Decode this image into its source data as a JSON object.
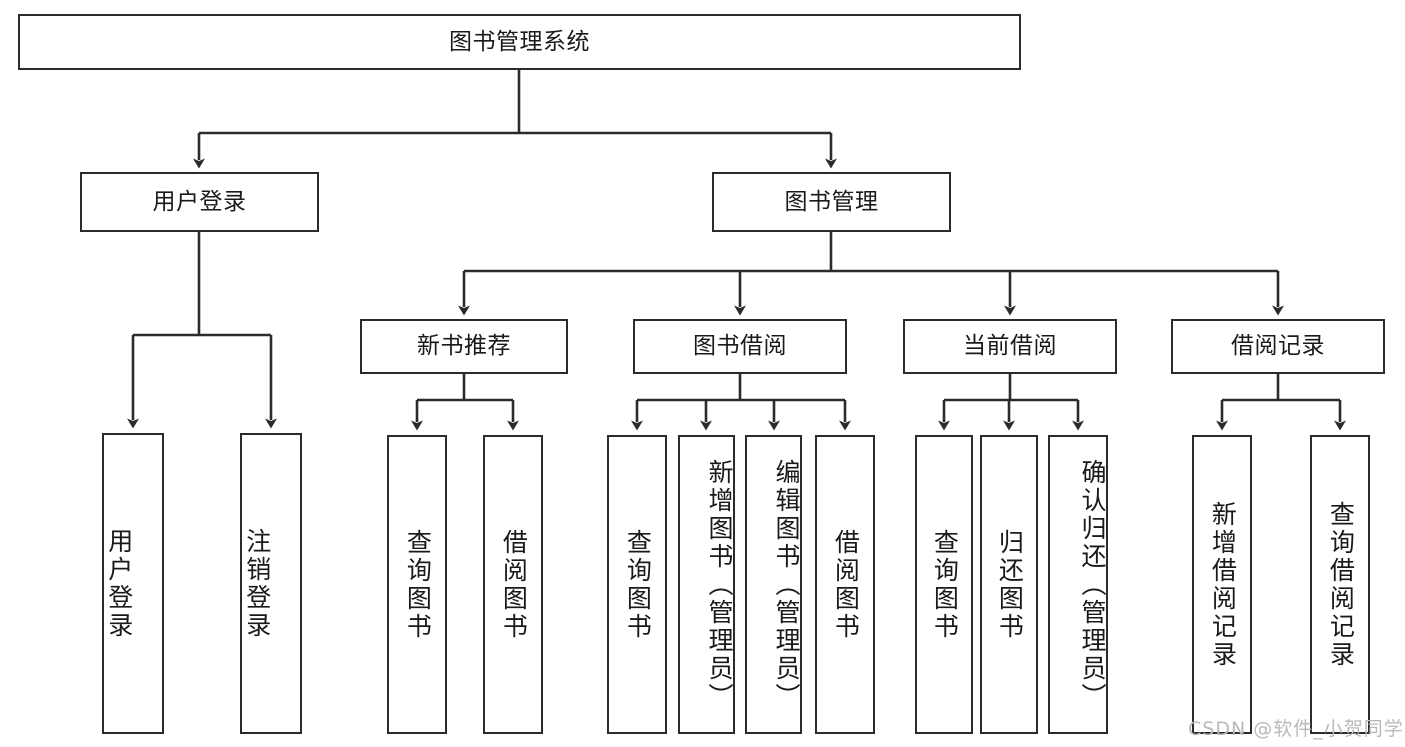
{
  "diagram": {
    "title": "图书管理系统",
    "type": "tree",
    "colors": {
      "stroke": "#2b2b2b",
      "fill": "#ffffff",
      "text": "#1a1a1a",
      "watermark": "#b9b9b9",
      "background": "#ffffff"
    },
    "root": {
      "id": "root",
      "label": "图书管理系统"
    },
    "level2": [
      {
        "id": "user-login",
        "label": "用户登录"
      },
      {
        "id": "book-manage",
        "label": "图书管理"
      }
    ],
    "level3": [
      {
        "id": "new-book-rec",
        "label": "新书推荐",
        "parent": "book-manage"
      },
      {
        "id": "book-borrow",
        "label": "图书借阅",
        "parent": "book-manage"
      },
      {
        "id": "current-borrow",
        "label": "当前借阅",
        "parent": "book-manage"
      },
      {
        "id": "borrow-record",
        "label": "借阅记录",
        "parent": "book-manage"
      }
    ],
    "leaves": [
      {
        "id": "leaf-user-login",
        "label": "用户登录",
        "parent": "user-login"
      },
      {
        "id": "leaf-logout-login",
        "label": "注销登录",
        "parent": "user-login"
      },
      {
        "id": "leaf-query-book-1",
        "label": "查询图书",
        "parent": "new-book-rec"
      },
      {
        "id": "leaf-borrow-book-1",
        "label": "借阅图书",
        "parent": "new-book-rec"
      },
      {
        "id": "leaf-query-book-2",
        "label": "查询图书",
        "parent": "book-borrow"
      },
      {
        "id": "leaf-add-book",
        "label": "新增图书（管理员）",
        "parent": "book-borrow"
      },
      {
        "id": "leaf-edit-book",
        "label": "编辑图书（管理员）",
        "parent": "book-borrow"
      },
      {
        "id": "leaf-borrow-book-2",
        "label": "借阅图书",
        "parent": "book-borrow"
      },
      {
        "id": "leaf-query-book-3",
        "label": "查询图书",
        "parent": "current-borrow"
      },
      {
        "id": "leaf-return-book",
        "label": "归还图书",
        "parent": "current-borrow"
      },
      {
        "id": "leaf-confirm-return",
        "label": "确认归还（管理员）",
        "parent": "current-borrow"
      },
      {
        "id": "leaf-add-record",
        "label": "新增借阅记录",
        "parent": "borrow-record"
      },
      {
        "id": "leaf-query-record",
        "label": "查询借阅记录",
        "parent": "borrow-record"
      }
    ],
    "watermark": "CSDN @软件_小贺同学"
  }
}
